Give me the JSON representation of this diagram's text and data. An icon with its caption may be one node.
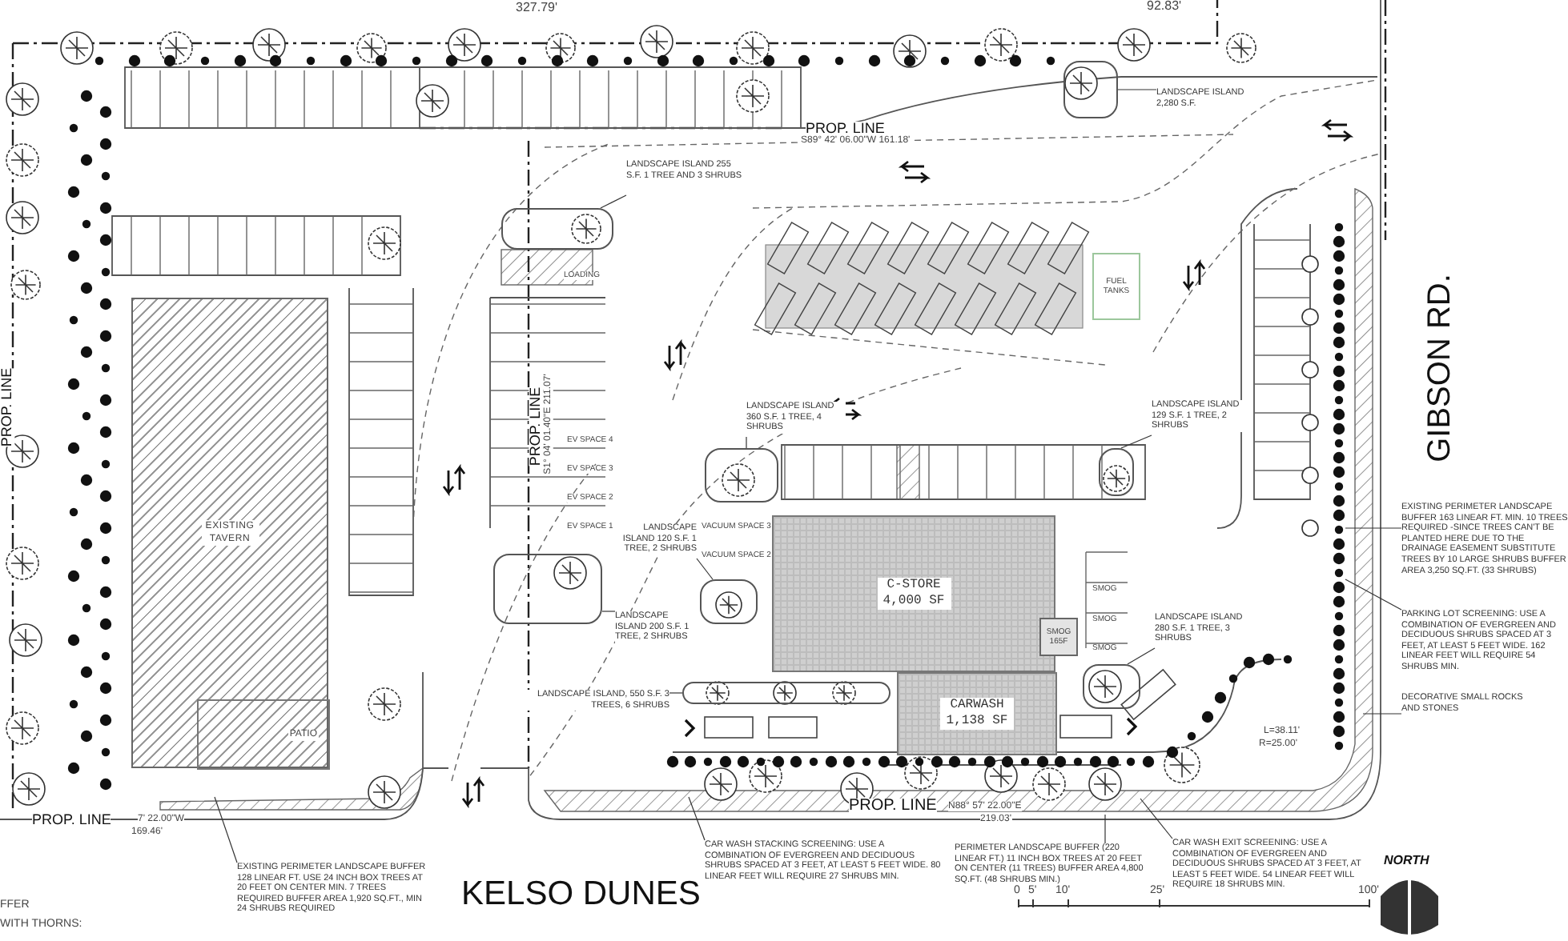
{
  "diagram": {
    "nodes": [
      {
        "text": [
          "LANDSCAPE ISLAND 2,280 S.F."
        ]
      },
      {
        "text": [
          "LANDSCAPE ISLAND 255 S.F. 1 TREE AND 3 SHRUBS"
        ]
      },
      {
        "text": [
          "FUEL TANKS"
        ]
      },
      {
        "text": [
          "LANDSCAPE ISLAND 129 S.F. 1 TREE, 2 SHRUBS"
        ]
      },
      {
        "text": [
          "LANDSCAPE ISLAND 360 S.F. 1 TREE, 4 SHRUBS"
        ]
      },
      {
        "text": [
          "EXISTING TAVERN"
        ]
      },
      {
        "text": [
          "LANDSCAPE ISLAND 120 S.F. 1 TREE, 2 SHRUBS"
        ]
      },
      {
        "text": [
          "C-STORE 4,000 SF"
        ]
      },
      {
        "text": [
          "SMOG 165F"
        ]
      },
      {
        "text": [
          "LANDSCAPE ISLAND 200 S.F. 1 TREE, 2 SHRUBS"
        ]
      },
      {
        "text": [
          "LANDSCAPE ISLAND 280 S.F. 1 TREE, 3 SHRUBS"
        ]
      },
      {
        "text": [
          "LANDSCAPE ISLAND, 550 S.F. 3 TREES, 6 SHRUBS"
        ]
      },
      {
        "text": [
          "CARWASH 1,138 SF"
        ]
      },
      {
        "text": [
          "EXISTING PERIMETER LANDSCAPE BUFFER 163 LINEAR FT. MIN. 10 TREES REQUIRED -SINCE TREES CAN'T BE PLANTED HERE DUE TO THE DRAINAGE EASEMENT SUBSTITUTE TREES BY 10 LARGE SHRUBS BUFFER AREA 3,250 SQ.FT. (33 SHRUBS)"
        ]
      },
      {
        "text": [
          "PARKING LOT SCREENING: USE A COMBINATION OF EVERGREEN AND DECIDUOUS SHRUBS SPACED AT 3 FEET, AT LEAST 5 FEET WIDE. 162 LINEAR FEET WILL REQUIRE 54 SHRUBS MIN."
        ]
      },
      {
        "text": [
          "DECORATIVE SMALL ROCKS AND STONES"
        ]
      },
      {
        "text": [
          "PATIO"
        ],
        "in": 5
      },
      {
        "text": [
          "CAR WASH EXIT SCREENING: USE A COMBINATION OF EVERGREEN AND DECIDUOUS SHRUBS SPACED AT 3 FEET, AT LEAST 5 FEET WIDE. 54 LINEAR FEET WILL REQUIRE 18 SHRUBS MIN."
        ]
      },
      {
        "text": [
          "PERIMETER LANDSCAPE BUFFER (220 LINEAR FT.) 11 INCH BOX TREES AT 20 FEET ON CENTER (11 TREES) BUFFER AREA 4,800 SQ.FT. (48 SHRUBS MIN.)"
        ]
      },
      {
        "text": [
          "CAR WASH STACKING SCREENING: USE A COMBINATION OF EVERGREEN AND DECIDUOUS SHRUBS SPACED AT 3 FEET, AT LEAST 5 FEET WIDE. 80 LINEAR FEET WILL REQUIRE 27 SHRUBS MIN."
        ]
      },
      {
        "text": [
          "EXISTING PERIMETER LANDSCAPE BUFFER 128 LINEAR FT. USE 24 INCH BOX TREES AT 20 FEET ON CENTER MIN. 7 TREES REQUIRED BUFFER AREA 1,920 SQ.FT., MIN 24 SHRUBS REQUIRED"
        ]
      },
      {
        "text": [],
        "shape": "box"
      },
      {
        "text": [],
        "shape": "box"
      },
      {
        "text": [],
        "shape": "box"
      },
      {
        "text": [],
        "shape": "box"
      },
      {
        "text": [],
        "shape": "box"
      },
      {
        "text": [],
        "shape": "box"
      },
      {
        "text": [],
        "shape": "box"
      },
      {
        "text": [],
        "shape": "box"
      }
    ],
    "edges": [
      {
        "from": 0,
        "to": 21,
        "arrow": "none"
      },
      {
        "from": 1,
        "to": 22,
        "arrow": "none"
      },
      {
        "from": 3,
        "to": 23,
        "arrow": "none"
      },
      {
        "from": 4,
        "to": 24,
        "arrow": "none"
      },
      {
        "from": 6,
        "to": 25,
        "arrow": "none"
      },
      {
        "from": 9,
        "to": 26,
        "arrow": "none"
      },
      {
        "from": 10,
        "to": 27,
        "arrow": "none"
      },
      {
        "from": 11,
        "to": 28,
        "arrow": "none"
      },
      {
        "from": 13,
        "to": null,
        "arrow": "none"
      },
      {
        "from": 14,
        "to": null,
        "arrow": "none"
      },
      {
        "from": 15,
        "to": null,
        "arrow": "none"
      },
      {
        "from": 17,
        "to": null,
        "arrow": "none"
      },
      {
        "from": 18,
        "to": null,
        "arrow": "none"
      },
      {
        "from": 19,
        "to": null,
        "arrow": "none"
      },
      {
        "from": 20,
        "to": null,
        "arrow": "none"
      }
    ],
    "labels": [
      "327.79'",
      "92.83'",
      "PROP. LINE",
      "S89° 42' 06.00\"W 161.18'",
      "PROP. LINE",
      "PROP. LINE",
      "S1° 04' 01.40\"E 211.07'",
      "LOADING",
      "EV SPACE 4",
      "EV SPACE 3",
      "EV SPACE 2",
      "EV SPACE 1",
      "VACUUM SPACE 3",
      "VACUUM SPACE 2",
      "SMOG",
      "SMOG",
      "SMOG",
      "GIBSON RD.",
      "L=38.11'",
      "R=25.00'",
      "PROP. LINE",
      "7' 22.00\"W",
      "169.46'",
      "PROP. LINE",
      "N88° 57' 22.00\"E",
      "219.03'",
      "KELSO DUNES",
      "NORTH",
      "0",
      "5'",
      "10'",
      "25'",
      "100'",
      "FFER",
      "WITH THORNS:"
    ]
  }
}
